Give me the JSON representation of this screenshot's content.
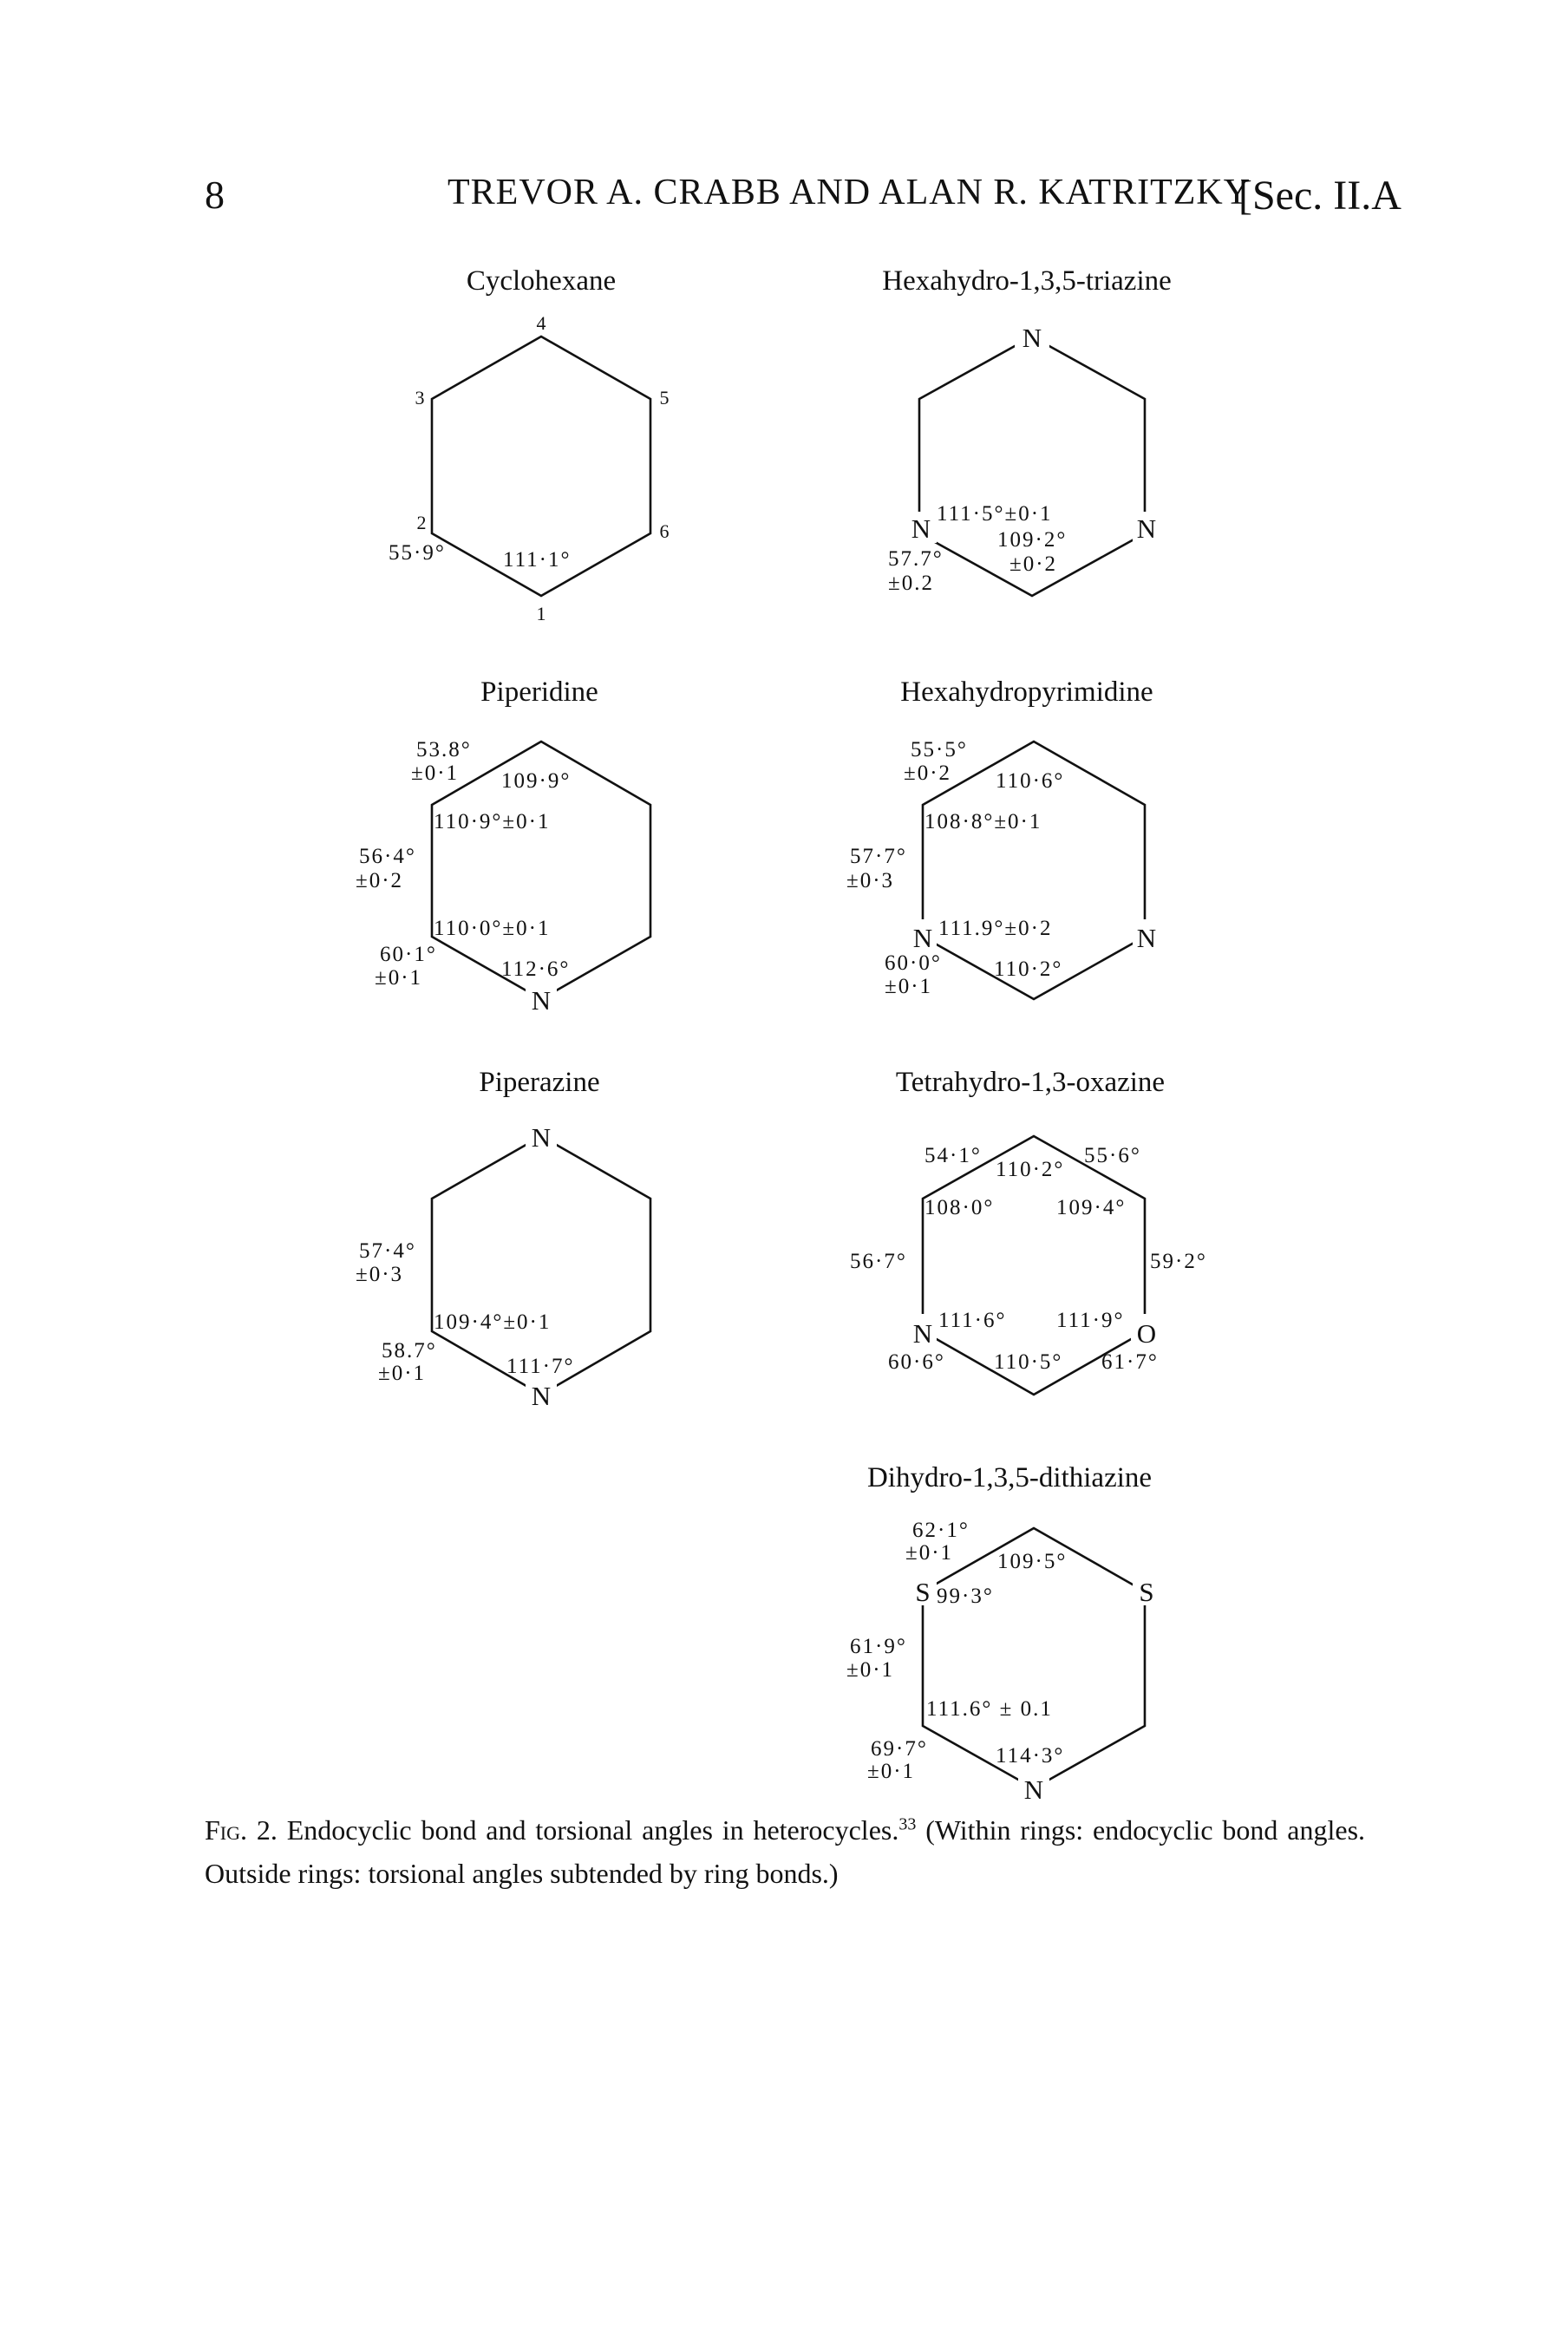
{
  "header": {
    "page_number": "8",
    "running_head": "TREVOR A. CRABB AND ALAN R. KATRITZKY",
    "section": "[Sec. II.A"
  },
  "molecules": [
    {
      "name": "Cyclohexane",
      "atoms": {
        "a4": "4",
        "a3": "3",
        "a5": "5",
        "a2": "2",
        "a6": "6",
        "a1": "1"
      },
      "angles": {
        "bond": "111·1°",
        "torsion": "55·9°"
      }
    },
    {
      "name": "Hexahydro-1,3,5-triazine",
      "atoms": {
        "top": "N",
        "left": "N",
        "right": "N"
      },
      "angles": {
        "bond1": "111·5°±0·1",
        "bond2": "109·2°",
        "bond2_err": "±0·2",
        "torsion": "57.7°",
        "torsion_err": "±0.2"
      }
    },
    {
      "name": "Piperidine",
      "atoms": {
        "bottom": "N"
      },
      "angles": {
        "t1": "53.8°",
        "t1_err": "±0·1",
        "b_top": "109·9°",
        "b_upper": "110·9°±0·1",
        "t2": "56·4°",
        "t2_err": "±0·2",
        "b_lower": "110·0°±0·1",
        "t3": "60·1°",
        "t3_err": "±0·1",
        "b_bottom": "112·6°"
      }
    },
    {
      "name": "Hexahydropyrimidine",
      "atoms": {
        "left": "N",
        "right": "N"
      },
      "angles": {
        "t1": "55·5°",
        "t1_err": "±0·2",
        "b_top": "110·6°",
        "b_upper": "108·8°±0·1",
        "t2": "57·7°",
        "t2_err": "±0·3",
        "b_lower": "111.9°±0·2",
        "t3": "60·0°",
        "t3_err": "±0·1",
        "b_bottom": "110·2°"
      }
    },
    {
      "name": "Piperazine",
      "atoms": {
        "top": "N",
        "bottom": "N"
      },
      "angles": {
        "t2": "57·4°",
        "t2_err": "±0·3",
        "b_lower": "109·4°±0·1",
        "t3": "58.7°",
        "t3_err": "±0·1",
        "b_bottom": "111·7°"
      }
    },
    {
      "name": "Tetrahydro-1,3-oxazine",
      "atoms": {
        "left": "N",
        "right": "O"
      },
      "angles": {
        "t_tl": "54·1°",
        "b_top": "110·2°",
        "t_tr": "55·6°",
        "b_ul": "108·0°",
        "b_ur": "109·4°",
        "t_l": "56·7°",
        "t_r": "59·2°",
        "b_ll": "111·6°",
        "b_lr": "111·9°",
        "t_bl": "60·6°",
        "b_bottom": "110·5°",
        "t_br": "61·7°"
      }
    },
    {
      "name": "Dihydro-1,3,5-dithiazine",
      "atoms": {
        "left": "S",
        "right": "S",
        "bottom": "N"
      },
      "angles": {
        "t1": "62·1°",
        "t1_err": "±0·1",
        "b_top": "109·5°",
        "b_upper": "99·3°",
        "t2": "61·9°",
        "t2_err": "±0·1",
        "b_lower": "111.6° ± 0.1",
        "t3": "69·7°",
        "t3_err": "±0·1",
        "b_bottom": "114·3°"
      }
    }
  ],
  "caption": {
    "label": "Fig. 2.",
    "text": "Endocyclic bond and torsional angles in heterocycles.",
    "ref": "33",
    "text2": "(Within rings: endocyclic bond angles. Outside rings: torsional angles subtended by ring bonds.)"
  }
}
